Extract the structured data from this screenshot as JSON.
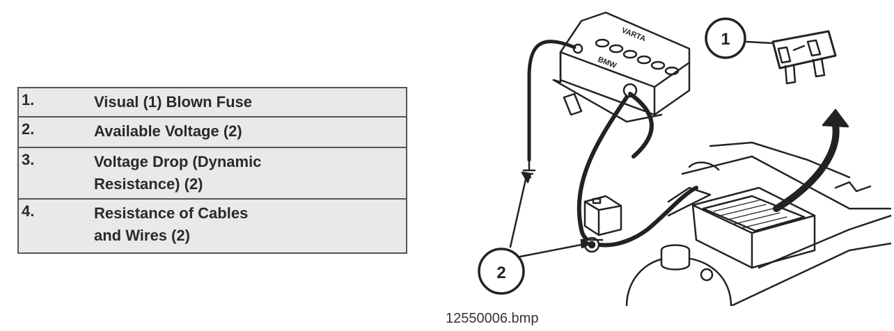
{
  "steps": [
    {
      "num": "1.",
      "lines": [
        "Visual (1) Blown Fuse"
      ]
    },
    {
      "num": "2.",
      "lines": [
        "Available Voltage (2)"
      ]
    },
    {
      "num": "3.",
      "lines": [
        "Voltage Drop (Dynamic",
        "Resistance) (2)"
      ]
    },
    {
      "num": "4.",
      "lines": [
        "Resistance of Cables",
        "and Wires (2)"
      ]
    }
  ],
  "illustration": {
    "callout_fuse": "1",
    "callout_battery": "2",
    "battery_brand": "VARTA",
    "battery_logo": "BMW"
  },
  "caption": "12550006.bmp"
}
